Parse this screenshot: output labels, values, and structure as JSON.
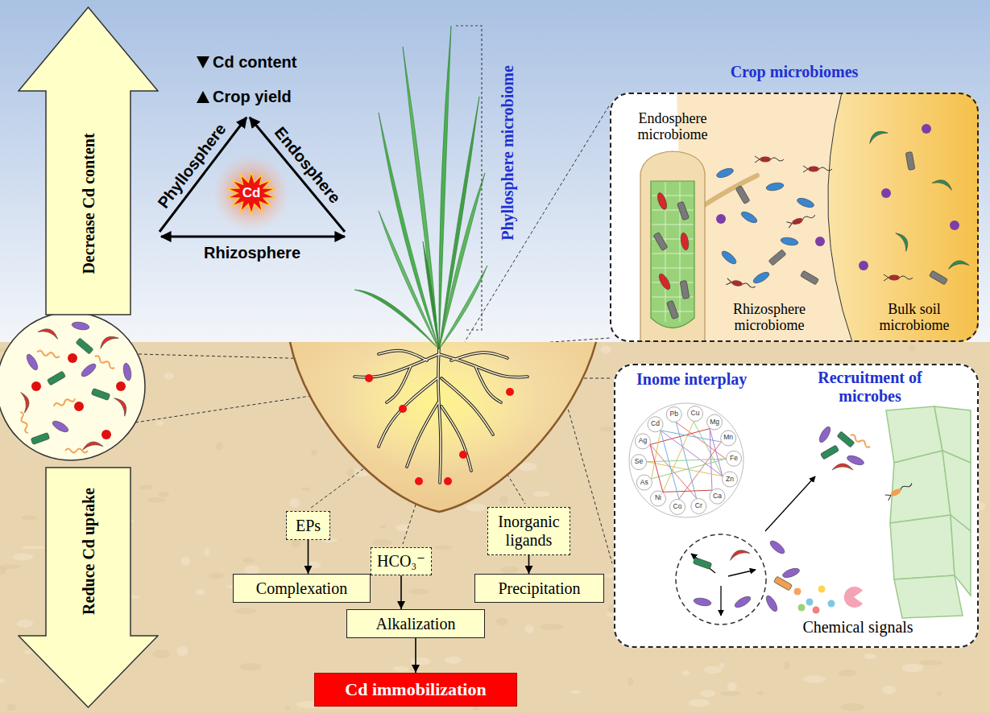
{
  "diagram": {
    "nodes": [
      {
        "text": [
          "Decrease Cd content"
        ]
      },
      {
        "text": [
          "Cd"
        ]
      },
      {
        "text": [
          "Crop microbiomes"
        ]
      },
      {
        "text": [
          "Inome interplay",
          "Recruitment of microbes",
          "Chemical signals"
        ]
      },
      {
        "text": [
          "Reduce Cd uptake"
        ]
      },
      {
        "text": [
          "EPs"
        ]
      },
      {
        "text": [
          "HCO₃⁻"
        ]
      },
      {
        "text": [
          "Inorganic ligands"
        ]
      },
      {
        "text": [
          "Complexation"
        ]
      },
      {
        "text": [
          "Precipitation"
        ]
      },
      {
        "text": [
          "Alkalization"
        ]
      },
      {
        "text": [
          "Cd immobilization"
        ]
      }
    ],
    "edges": [
      {
        "from": 5,
        "to": 8,
        "arrow": "to"
      },
      {
        "from": 6,
        "to": 10,
        "arrow": "to"
      },
      {
        "from": 7,
        "to": 9,
        "arrow": "to"
      },
      {
        "from": 10,
        "to": 11,
        "arrow": "to"
      }
    ],
    "labels": [
      "Cd content",
      "Crop yield",
      "Phyllosphere",
      "Endosphere",
      "Rhizosphere",
      "Phyllosphere microbiome",
      "Endosphere microbiome",
      "Rhizosphere microbiome",
      "Bulk soil microbiome",
      "Pb",
      "Cu",
      "Mg",
      "Mn",
      "Fe",
      "Zn",
      "Ca",
      "Cr",
      "Co",
      "Ni",
      "As",
      "Se",
      "Ag",
      "Cd"
    ]
  }
}
